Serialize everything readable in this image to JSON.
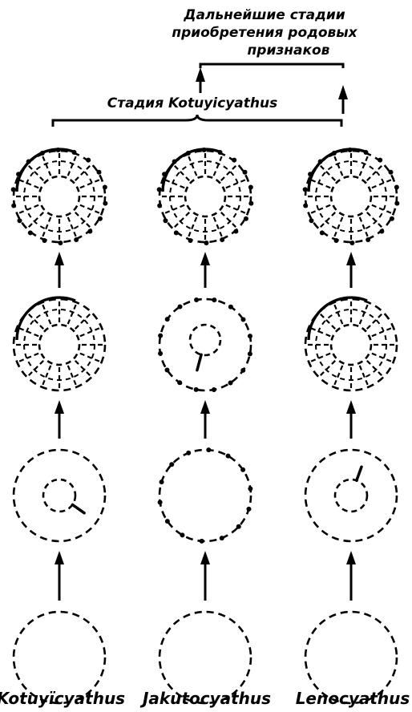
{
  "header": {
    "line1": "Дальнейшие стадии",
    "line2": "приобретения родовых",
    "line3": "признаков"
  },
  "stage_label": "Стадия Kotuyicyathus",
  "genera": [
    "Kotuyïcyathus",
    "Jakutocyathus",
    "Lenocyathus"
  ],
  "columns": [
    {
      "name": "Kotuyïcyathus",
      "stages": [
        {
          "type": "empty"
        },
        {
          "type": "ring",
          "spoke": "lower-right"
        },
        {
          "type": "full"
        },
        {
          "type": "full"
        }
      ]
    },
    {
      "name": "Jakutocyathus",
      "stages": [
        {
          "type": "empty"
        },
        {
          "type": "outer-dots"
        },
        {
          "type": "ring-dots",
          "spoke": "lower-left"
        },
        {
          "type": "full"
        }
      ]
    },
    {
      "name": "Lenocyathus",
      "stages": [
        {
          "type": "empty"
        },
        {
          "type": "ring",
          "spoke": "upper-right"
        },
        {
          "type": "full"
        },
        {
          "type": "full"
        }
      ]
    }
  ]
}
